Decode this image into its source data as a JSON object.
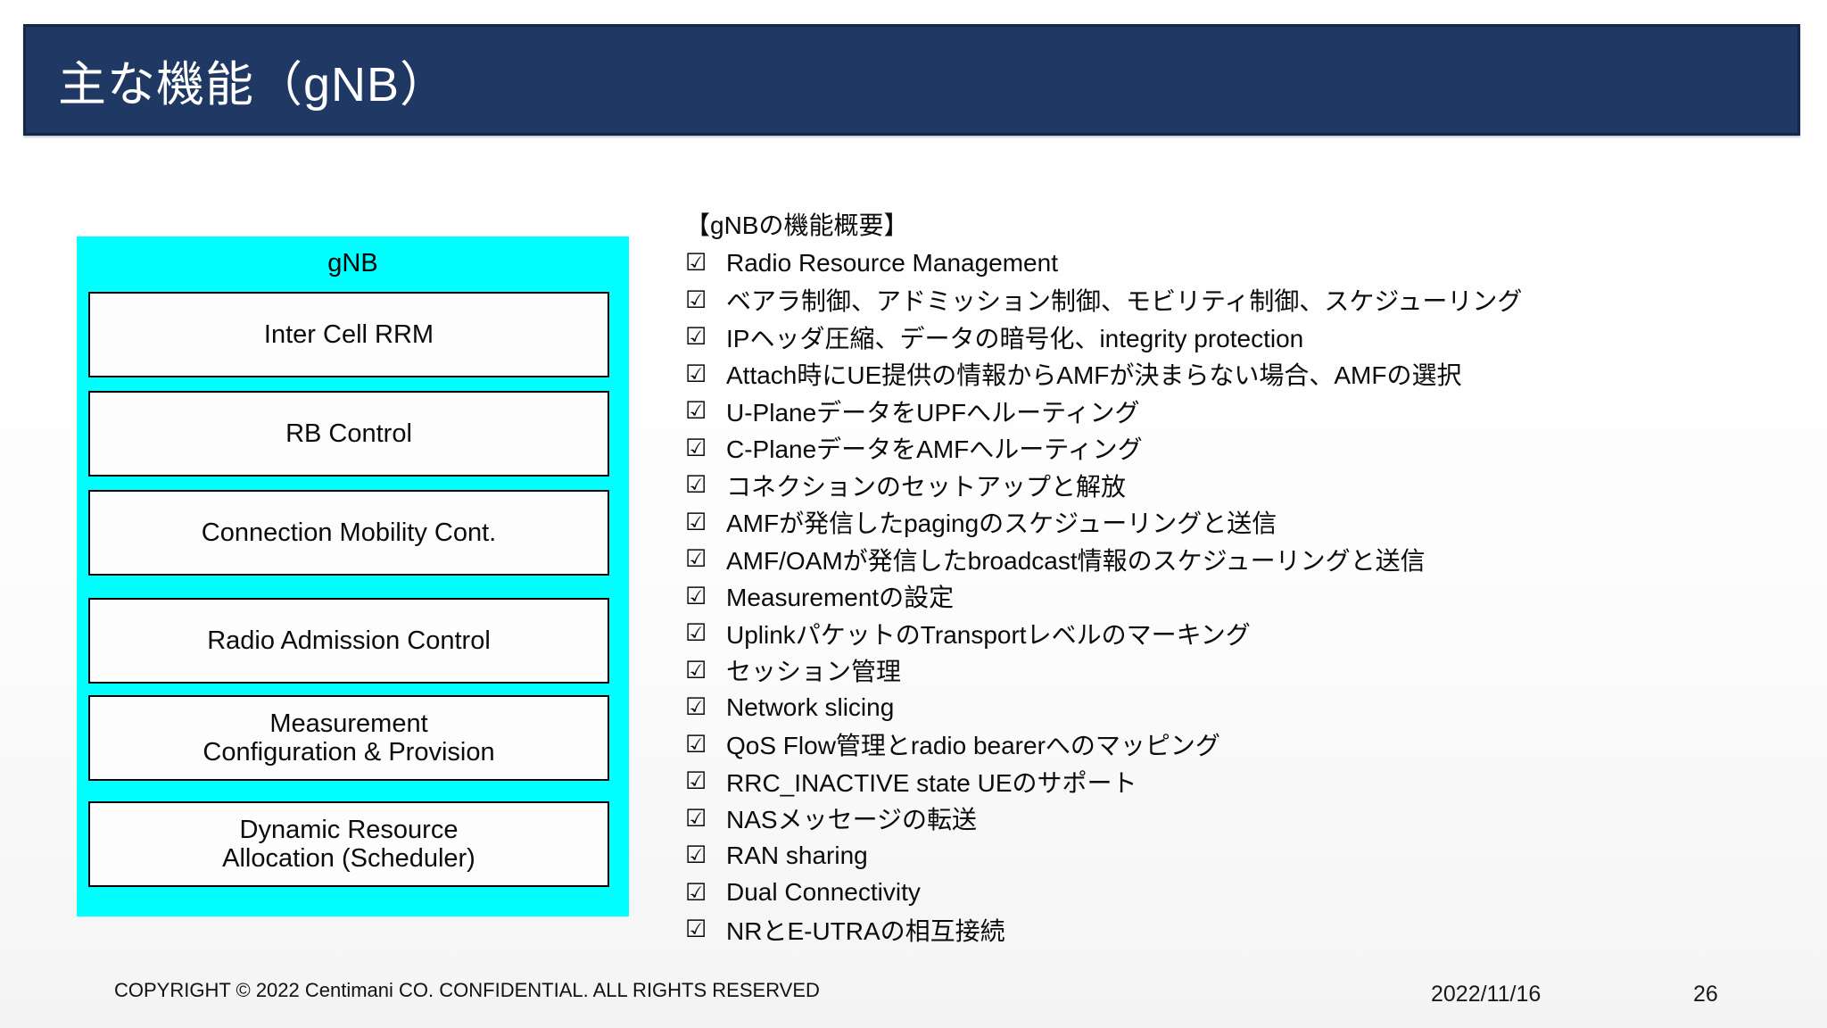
{
  "slide": {
    "title": "主な機能（gNB）",
    "footer": {
      "copyright": "COPYRIGHT © 2022 Centimani CO. CONFIDENTIAL. ALL RIGHTS RESERVED",
      "date": "2022/11/16",
      "page_number": "26"
    }
  },
  "diagram": {
    "label": "gNB",
    "boxes": [
      "Inter Cell RRM",
      "RB Control",
      "Connection Mobility Cont.",
      "Radio Admission Control",
      "Measurement\nConfiguration & Provision",
      "Dynamic Resource\nAllocation (Scheduler)"
    ]
  },
  "checklist": {
    "heading": "【gNBの機能概要】",
    "checkbox_glyph": "☑",
    "items": [
      "Radio Resource Management",
      "ベアラ制御、アドミッション制御、モビリティ制御、スケジューリング",
      "IPヘッダ圧縮、データの暗号化、integrity protection",
      "Attach時にUE提供の情報からAMFが決まらない場合、AMFの選択",
      "U-PlaneデータをUPFへルーティング",
      "C-PlaneデータをAMFへルーティング",
      "コネクションのセットアップと解放",
      "AMFが発信したpagingのスケジューリングと送信",
      "AMF/OAMが発信したbroadcast情報のスケジューリングと送信",
      "Measurementの設定",
      "UplinkパケットのTransportレベルのマーキング",
      "セッション管理",
      "Network slicing",
      "QoS Flow管理とradio bearerへのマッピング",
      "RRC_INACTIVE state UEのサポート",
      "NASメッセージの転送",
      "RAN sharing",
      "Dual Connectivity",
      "NRとE-UTRAの相互接続"
    ]
  },
  "colors": {
    "title_bar_bg": "#1F3864",
    "title_text": "#FFFFFF",
    "panel_bg": "#00FFFF",
    "box_border": "#000000",
    "text": "#0B0B0B"
  }
}
